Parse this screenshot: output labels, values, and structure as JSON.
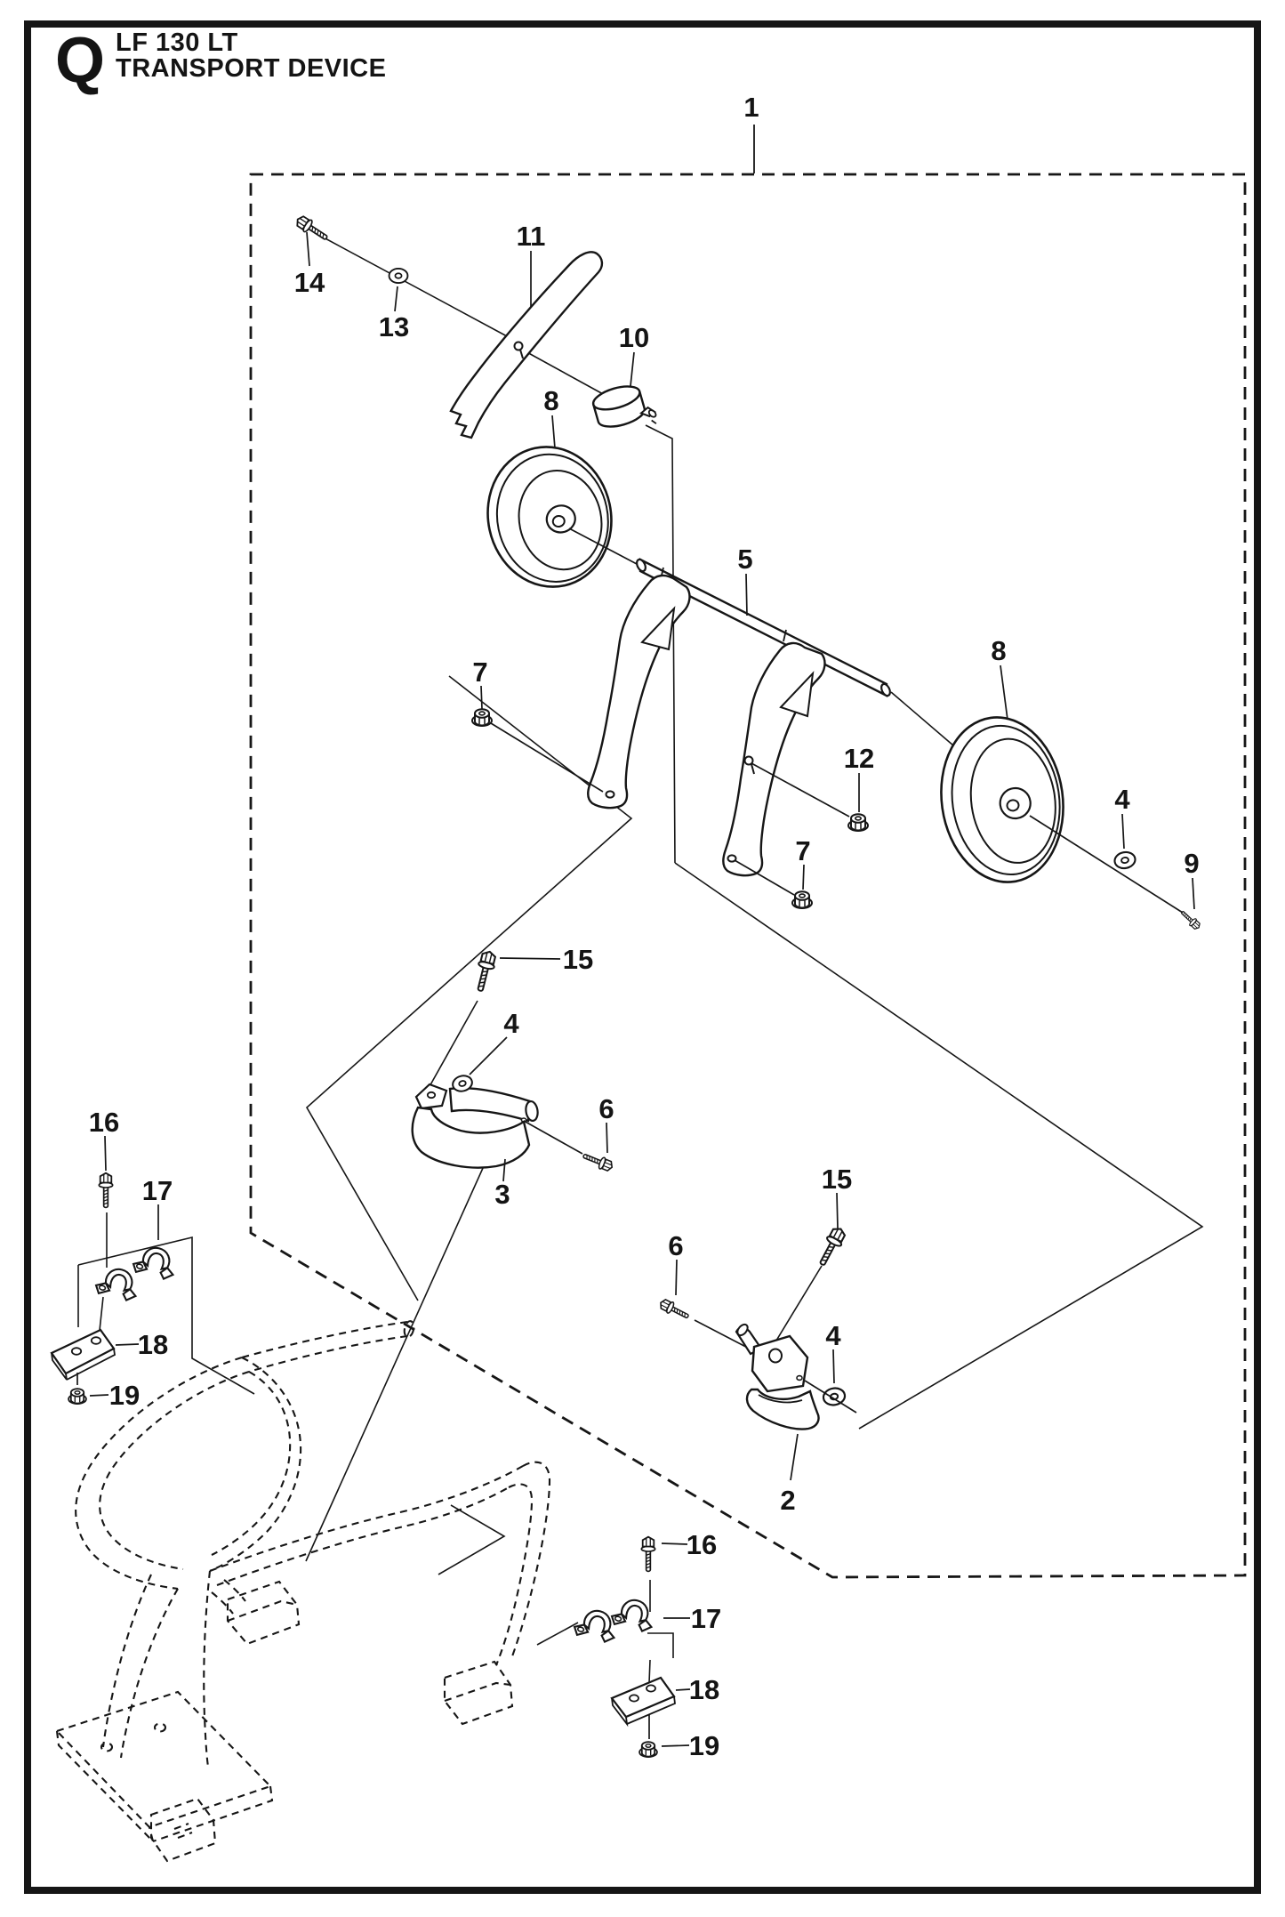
{
  "page": {
    "section_letter": "Q",
    "model": "LF 130 LT",
    "title": "TRANSPORT DEVICE"
  },
  "colors": {
    "ink": "#161616",
    "background": "#ffffff"
  },
  "callouts": [
    {
      "id": "c1",
      "part": "1"
    },
    {
      "id": "c14",
      "part": "14"
    },
    {
      "id": "c13",
      "part": "13"
    },
    {
      "id": "c11",
      "part": "11"
    },
    {
      "id": "c10",
      "part": "10"
    },
    {
      "id": "c8a",
      "part": "8"
    },
    {
      "id": "c5",
      "part": "5"
    },
    {
      "id": "c7a",
      "part": "7"
    },
    {
      "id": "c8b",
      "part": "8"
    },
    {
      "id": "c12",
      "part": "12"
    },
    {
      "id": "c4b",
      "part": "4"
    },
    {
      "id": "c9",
      "part": "9"
    },
    {
      "id": "c7b",
      "part": "7"
    },
    {
      "id": "c15a",
      "part": "15"
    },
    {
      "id": "c4a",
      "part": "4"
    },
    {
      "id": "c6a",
      "part": "6"
    },
    {
      "id": "c3",
      "part": "3"
    },
    {
      "id": "c16a",
      "part": "16"
    },
    {
      "id": "c17a",
      "part": "17"
    },
    {
      "id": "c18a",
      "part": "18"
    },
    {
      "id": "c19a",
      "part": "19"
    },
    {
      "id": "c15b",
      "part": "15"
    },
    {
      "id": "c6b",
      "part": "6"
    },
    {
      "id": "c4c",
      "part": "4"
    },
    {
      "id": "c2",
      "part": "2"
    },
    {
      "id": "c16b",
      "part": "16"
    },
    {
      "id": "c17b",
      "part": "17"
    },
    {
      "id": "c18b",
      "part": "18"
    },
    {
      "id": "c19b",
      "part": "19"
    }
  ]
}
